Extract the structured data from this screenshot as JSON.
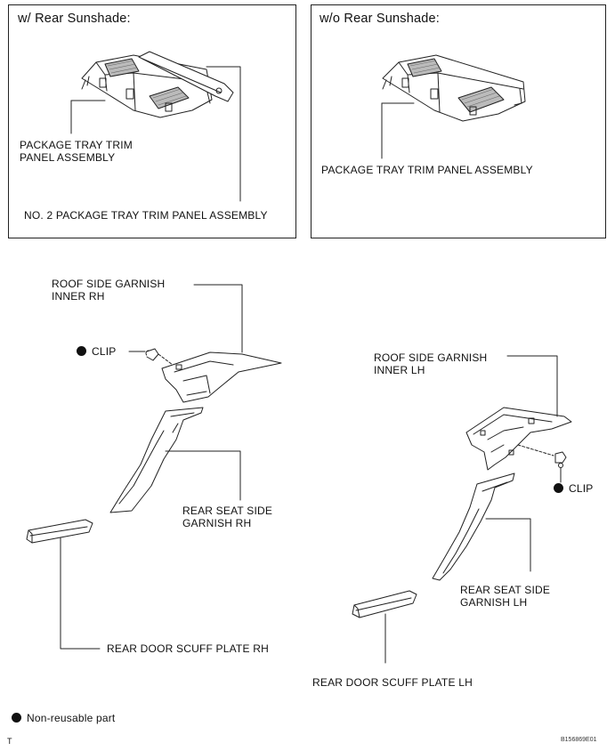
{
  "panels": {
    "with_sunshade": {
      "title": "w/ Rear Sunshade:",
      "label_tray": "PACKAGE TRAY TRIM\nPANEL ASSEMBLY",
      "label_no2": "NO. 2 PACKAGE TRAY TRIM PANEL ASSEMBLY"
    },
    "without_sunshade": {
      "title": "w/o Rear Sunshade:",
      "label_tray": "PACKAGE TRAY TRIM PANEL ASSEMBLY"
    }
  },
  "parts": {
    "roof_side_rh": "ROOF SIDE GARNISH\nINNER RH",
    "clip_rh": "CLIP",
    "rear_seat_side_rh": "REAR SEAT SIDE\nGARNISH RH",
    "scuff_rh": "REAR DOOR SCUFF PLATE RH",
    "roof_side_lh": "ROOF SIDE GARNISH\nINNER LH",
    "clip_lh": "CLIP",
    "rear_seat_side_lh": "REAR SEAT SIDE\nGARNISH LH",
    "scuff_lh": "REAR DOOR SCUFF PLATE LH"
  },
  "legend": {
    "non_reusable": "Non-reusable part"
  },
  "footer": {
    "left_mark": "T",
    "code": "B156869E01"
  }
}
